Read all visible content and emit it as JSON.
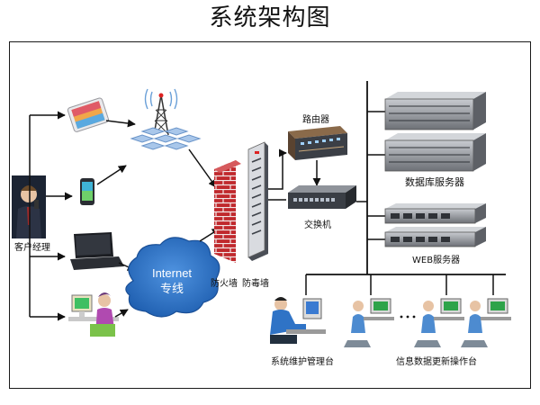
{
  "title": "系统架构图",
  "labels": {
    "client_manager": "客户经理",
    "internet_line1": "Internet",
    "internet_line2": "专线",
    "firewall": "防火墙",
    "antivirus": "防毒墙",
    "router": "路由器",
    "switch": "交换机",
    "db_server": "数据库服务器",
    "web_server": "WEB服务器",
    "maint_console": "系统维护管理台",
    "update_console": "信息数据更新操作台"
  },
  "colors": {
    "firewall_brick": "#c0282c",
    "cloud_blue": "#2f76c9",
    "hex_blue": "#a9c7ea",
    "server_gray": "#9a9da3",
    "line": "#111111"
  },
  "icons": {
    "tablet": "tablet-icon",
    "smartphone": "smartphone-icon",
    "laptop": "laptop-icon",
    "person_pc": "person-computer-icon",
    "tower": "wireless-tower-icon",
    "businessman": "businessman-icon"
  }
}
